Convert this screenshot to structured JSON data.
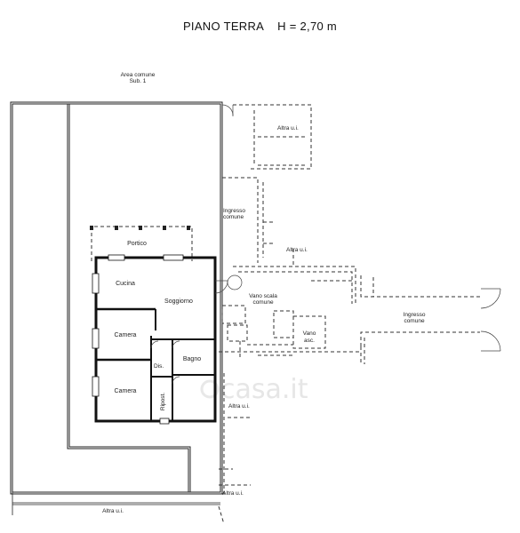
{
  "header": {
    "title": "PIANO TERRA",
    "height": "H = 2,70 m"
  },
  "labels": {
    "area_comune_1": "Area comune",
    "area_comune_2": "Sub. 1",
    "altra_ui_top": "Altra u.i.",
    "ingresso_comune_left_1": "Ingresso",
    "ingresso_comune_left_2": "comune",
    "altra_ui_mid": "Altra u.i.",
    "portico": "Portico",
    "cucina": "Cucina",
    "soggiorno": "Soggiorno",
    "camera_1": "Camera",
    "camera_2": "Camera",
    "dis": "Dis.",
    "bagno": "Bagno",
    "ripost": "Ripost.",
    "vano_scala_1": "Vano scala",
    "vano_scala_2": "comune",
    "vano_asc_1": "Vano",
    "vano_asc_2": "asc.",
    "ingresso_comune_right_1": "Ingresso",
    "ingresso_comune_right_2": "comune",
    "altra_ui_right_low": "Altra u.i.",
    "altra_ui_bottom_right": "Altra u.i.",
    "altra_ui_bottom": "Altra u.i.",
    "watermark": "casa.it"
  }
}
